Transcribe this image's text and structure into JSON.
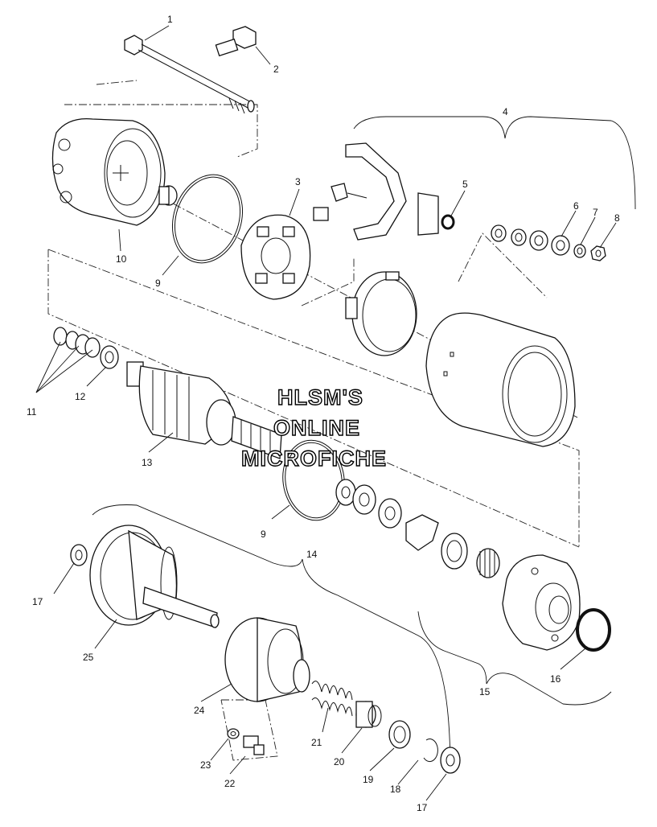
{
  "watermark": {
    "line1": "HLSM'S",
    "line2": "ONLINE",
    "line3": "MICROFICHE"
  },
  "callouts": [
    {
      "id": "c1",
      "text": "1"
    },
    {
      "id": "c2",
      "text": "2"
    },
    {
      "id": "c3",
      "text": "3"
    },
    {
      "id": "c4",
      "text": "4"
    },
    {
      "id": "c5",
      "text": "5"
    },
    {
      "id": "c6",
      "text": "6"
    },
    {
      "id": "c7",
      "text": "7"
    },
    {
      "id": "c8",
      "text": "8"
    },
    {
      "id": "c9a",
      "text": "9"
    },
    {
      "id": "c9b",
      "text": "9"
    },
    {
      "id": "c10",
      "text": "10"
    },
    {
      "id": "c11",
      "text": "11"
    },
    {
      "id": "c12",
      "text": "12"
    },
    {
      "id": "c13",
      "text": "13"
    },
    {
      "id": "c14",
      "text": "14"
    },
    {
      "id": "c15",
      "text": "15"
    },
    {
      "id": "c16",
      "text": "16"
    },
    {
      "id": "c17a",
      "text": "17"
    },
    {
      "id": "c17b",
      "text": "17"
    },
    {
      "id": "c18",
      "text": "18"
    },
    {
      "id": "c19",
      "text": "19"
    },
    {
      "id": "c20",
      "text": "20"
    },
    {
      "id": "c21",
      "text": "21"
    },
    {
      "id": "c22",
      "text": "22"
    },
    {
      "id": "c23",
      "text": "23"
    },
    {
      "id": "c24",
      "text": "24"
    },
    {
      "id": "c25",
      "text": "25"
    }
  ]
}
